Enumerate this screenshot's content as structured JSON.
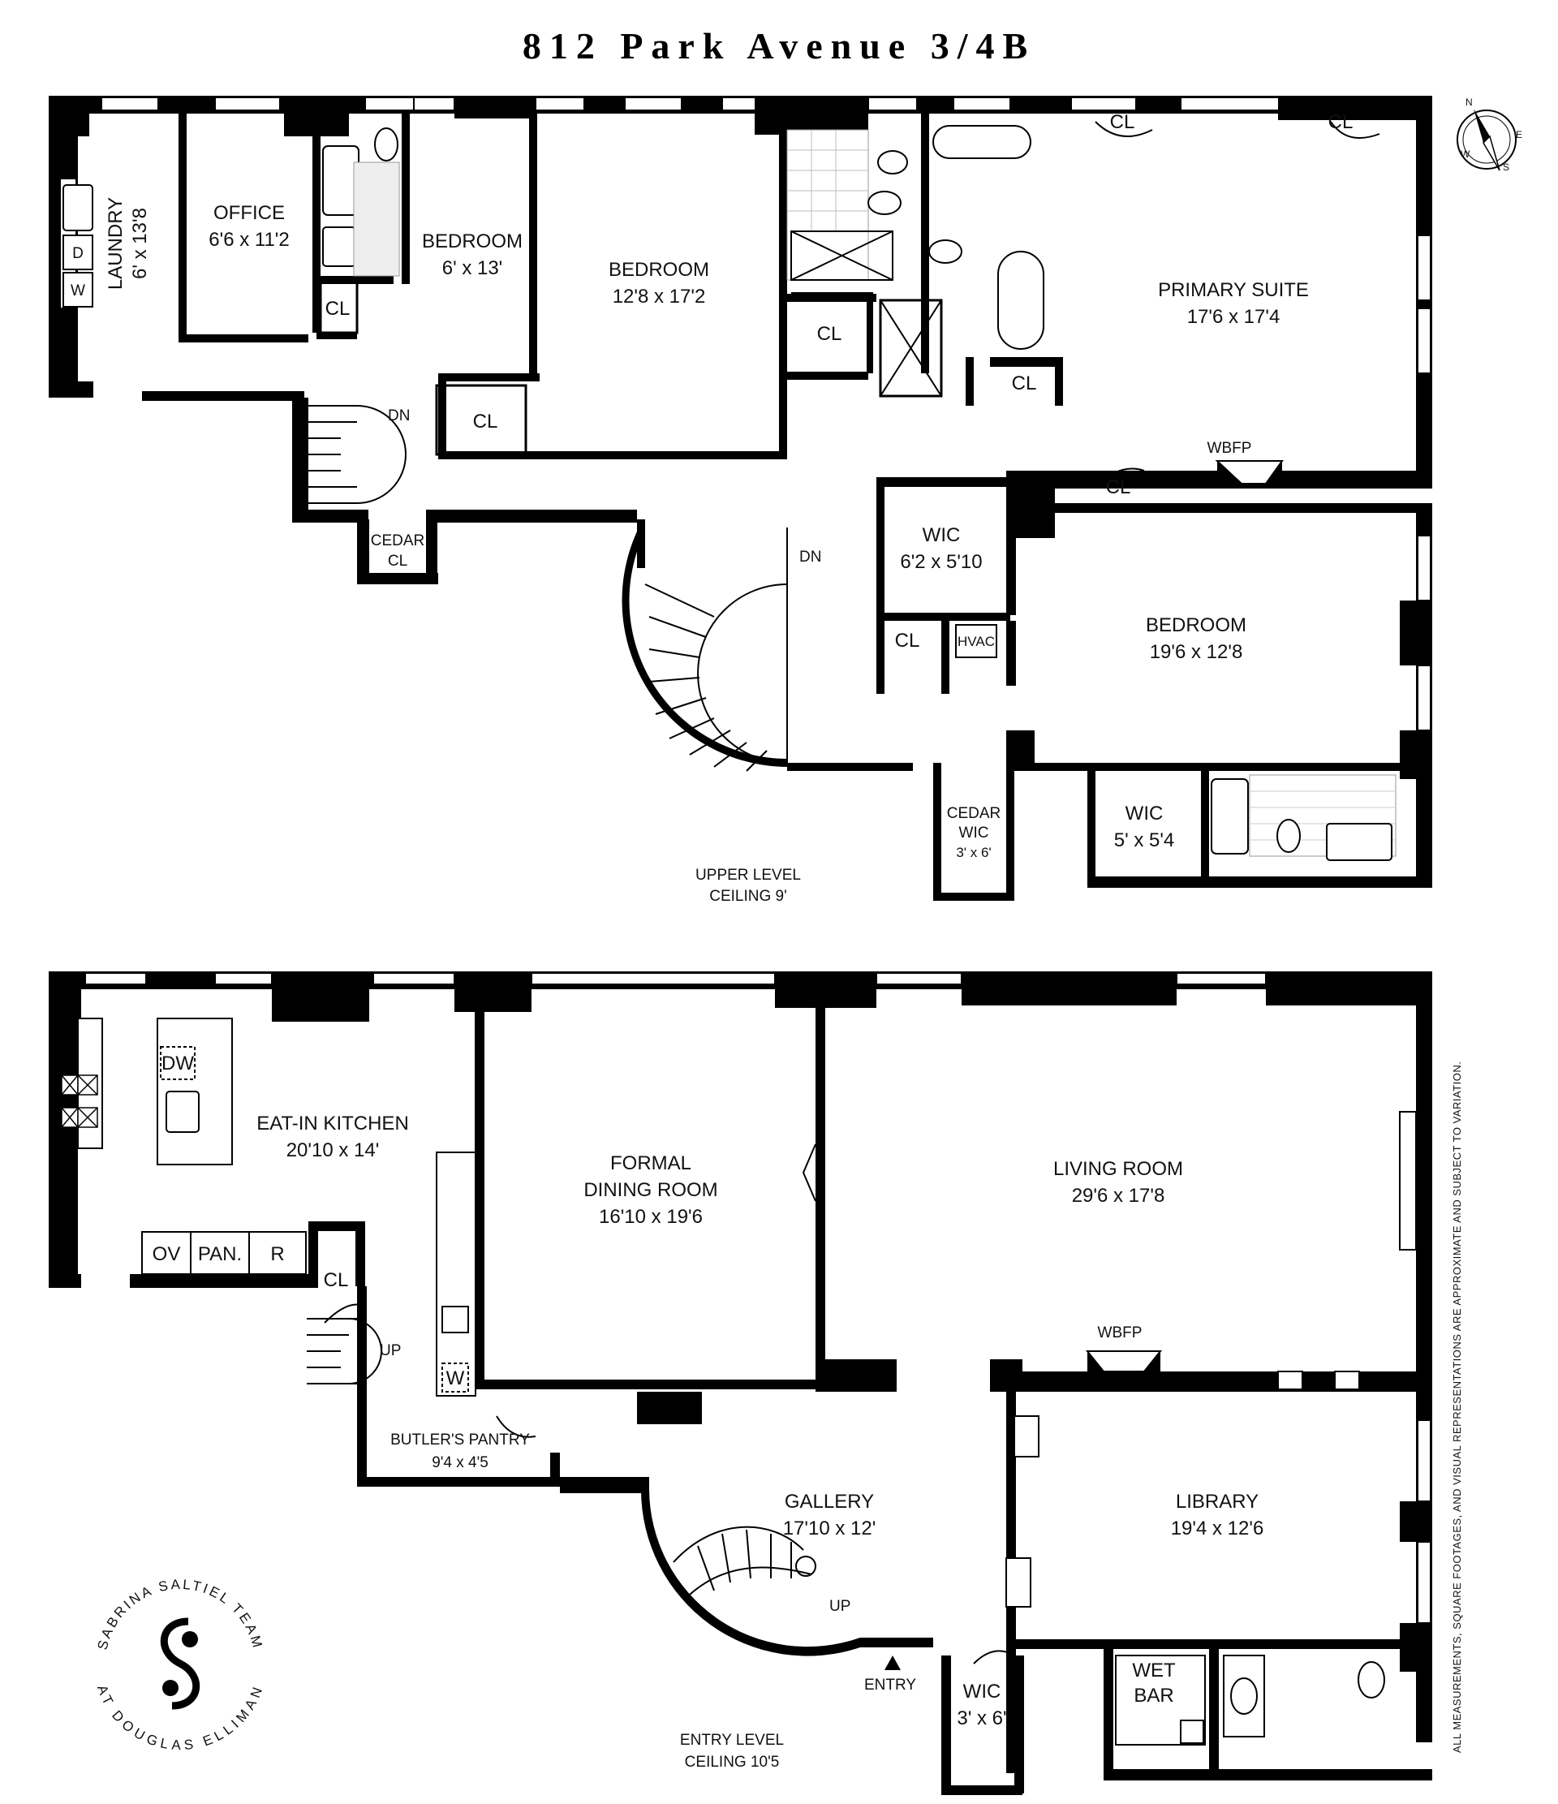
{
  "title": "812 Park Avenue 3/4B",
  "upper_level": {
    "level_label": "UPPER LEVEL",
    "ceiling": "CEILING 9'",
    "rooms": {
      "laundry": {
        "name": "LAUNDRY",
        "dims": "6' x 13'8"
      },
      "office": {
        "name": "OFFICE",
        "dims": "6'6 x 11'2"
      },
      "bedroom_small": {
        "name": "BEDROOM",
        "dims": "6' x 13'"
      },
      "bedroom_mid": {
        "name": "BEDROOM",
        "dims": "12'8 x 17'2"
      },
      "primary_suite": {
        "name": "PRIMARY SUITE",
        "dims": "17'6 x 17'4"
      },
      "wic_main": {
        "name": "WIC",
        "dims": "6'2 x 5'10"
      },
      "bedroom_large": {
        "name": "BEDROOM",
        "dims": "19'6 x 12'8"
      },
      "wic_small": {
        "name": "WIC",
        "dims": "5' x 5'4"
      },
      "cedar_wic": {
        "name1": "CEDAR",
        "name2": "WIC",
        "dims": "3' x 6'"
      },
      "cedar_cl": {
        "name1": "CEDAR",
        "name2": "CL"
      }
    },
    "labels": {
      "cl": "CL",
      "dn": "DN",
      "wbfp": "WBFP",
      "hvac": "HVAC",
      "dryer": "D",
      "washer": "W"
    }
  },
  "entry_level": {
    "level_label": "ENTRY LEVEL",
    "ceiling": "CEILING 10'5",
    "rooms": {
      "kitchen": {
        "name": "EAT-IN KITCHEN",
        "dims": "20'10 x 14'"
      },
      "dining": {
        "name1": "FORMAL",
        "name2": "DINING ROOM",
        "dims": "16'10 x 19'6"
      },
      "living": {
        "name": "LIVING ROOM",
        "dims": "29'6 x 17'8"
      },
      "butlers": {
        "name": "BUTLER'S PANTRY",
        "dims": "9'4 x 4'5"
      },
      "gallery": {
        "name": "GALLERY",
        "dims": "17'10 x 12'"
      },
      "library": {
        "name": "LIBRARY",
        "dims": "19'4 x 12'6"
      },
      "wic": {
        "name": "WIC",
        "dims": "3' x 6'"
      },
      "wetbar": {
        "name1": "WET",
        "name2": "BAR"
      }
    },
    "labels": {
      "dw": "DW",
      "ov": "OV",
      "pan": "PAN.",
      "r": "R",
      "cl": "CL",
      "up": "UP",
      "w": "W",
      "wbfp": "WBFP",
      "entry": "ENTRY"
    }
  },
  "disclaimer": "ALL MEASUREMENTS, SQUARE FOOTAGES, AND VISUAL REPRESENTATIONS ARE APPROXIMATE AND SUBJECT TO VARIATION.",
  "logo": {
    "line1": "SABRINA SALTIEL TEAM",
    "line2": "AT DOUGLAS ELLIMAN"
  },
  "compass": {
    "n": "N",
    "e": "E",
    "s": "S",
    "w": "W"
  }
}
